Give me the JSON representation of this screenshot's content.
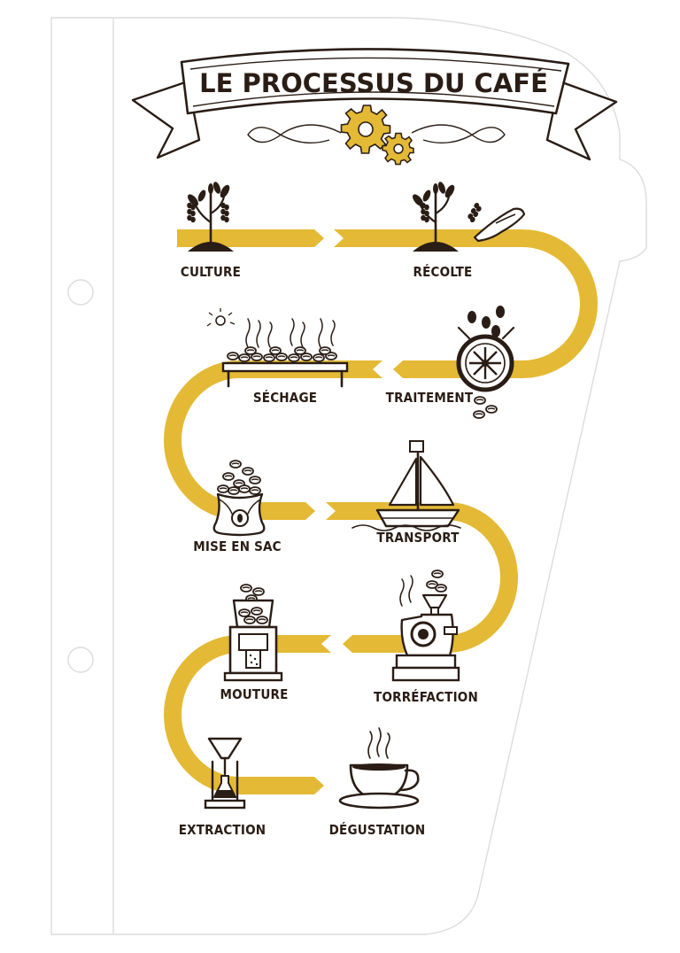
{
  "title": "LE PROCESSUS DU CAFÉ",
  "colors": {
    "road": "#e4b935",
    "ink": "#2a1d15",
    "outline": "#dcdcdc",
    "background": "#ffffff"
  },
  "steps": [
    {
      "label": "CULTURE",
      "icon": "coffee-plant-icon"
    },
    {
      "label": "RÉCOLTE",
      "icon": "harvest-hand-icon"
    },
    {
      "label": "TRAITEMENT",
      "icon": "depulper-wheel-icon"
    },
    {
      "label": "SÉCHAGE",
      "icon": "drying-table-icon"
    },
    {
      "label": "MISE EN SAC",
      "icon": "coffee-sack-icon"
    },
    {
      "label": "TRANSPORT",
      "icon": "sailboat-icon"
    },
    {
      "label": "TORRÉFACTION",
      "icon": "roaster-machine-icon"
    },
    {
      "label": "MOUTURE",
      "icon": "grinder-icon"
    },
    {
      "label": "EXTRACTION",
      "icon": "pour-over-icon"
    },
    {
      "label": "DÉGUSTATION",
      "icon": "coffee-cup-icon"
    }
  ]
}
